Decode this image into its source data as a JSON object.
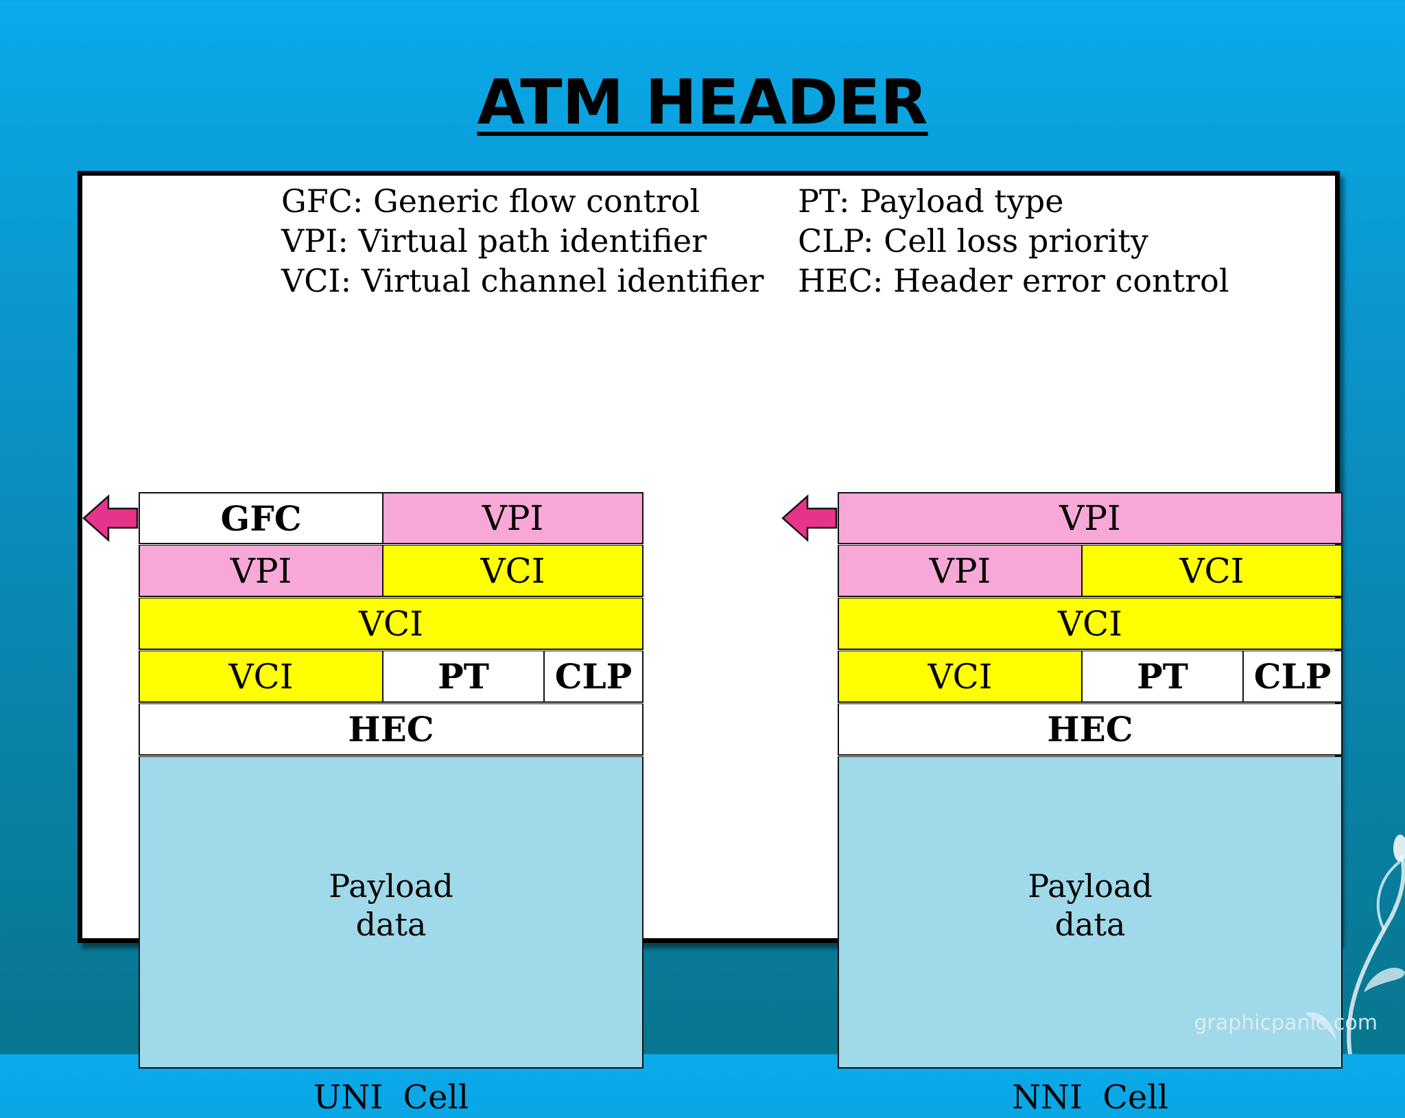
{
  "title": "ATM HEADER",
  "legend": {
    "left": [
      "GFC: Generic flow control",
      "VPI: Virtual path identifier",
      "VCI: Virtual channel identifier"
    ],
    "right": [
      "PT: Payload type",
      "CLP: Cell loss priority",
      "HEC: Header error control"
    ]
  },
  "uni": {
    "caption": "UNI  Cell",
    "row1": [
      "GFC",
      "VPI"
    ],
    "row2": [
      "VPI",
      "VCI"
    ],
    "row3": "VCI",
    "row4": [
      "VCI",
      "PT",
      "CLP"
    ],
    "row5": "HEC",
    "payload": [
      "Payload",
      "data"
    ]
  },
  "nni": {
    "caption": "NNI  Cell",
    "row1": "VPI",
    "row2": [
      "VPI",
      "VCI"
    ],
    "row3": "VCI",
    "row4": [
      "VCI",
      "PT",
      "CLP"
    ],
    "row5": "HEC",
    "payload": [
      "Payload",
      "data"
    ]
  },
  "colors": {
    "vpi": "#f8a8d6",
    "vci": "#ffff00",
    "payload": "#9fd9ea",
    "arrow": "#e8338a"
  },
  "watermark": "graphicpanic.com"
}
